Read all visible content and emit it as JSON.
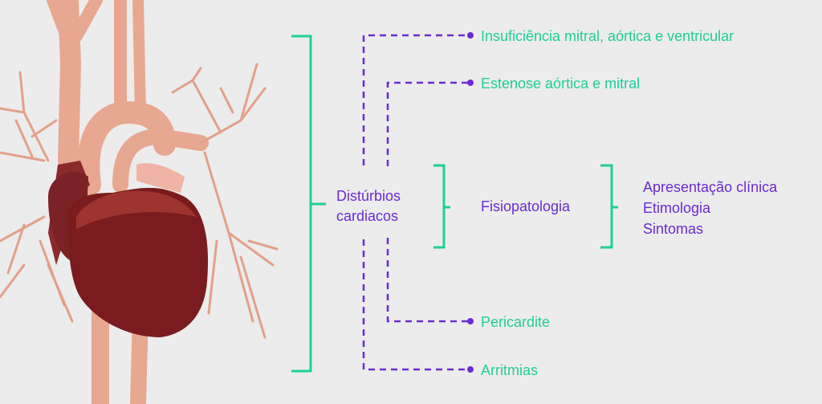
{
  "colors": {
    "accent_green": "#1fcf98",
    "accent_purple": "#6a2bd0",
    "background": "#ececec"
  },
  "image": {
    "icon": "human-heart-illustration"
  },
  "center": {
    "line1": "Distúrbios",
    "line2": "cardiacos"
  },
  "branches": [
    {
      "label": "Insuficiência mitral, aórtica e ventricular"
    },
    {
      "label": "Estenose aórtica e mitral"
    },
    {
      "label": "Pericardite"
    },
    {
      "label": "Arritmias"
    }
  ],
  "middle": {
    "label": "Fisiopatologia"
  },
  "details": [
    "Apresentação clínica",
    "Etimologia",
    "Sintomas"
  ]
}
